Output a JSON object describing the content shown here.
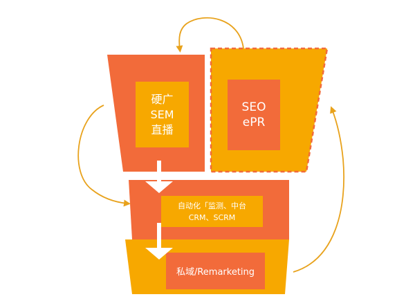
{
  "colors": {
    "red_orange": "#F26B3A",
    "amber": "#F7A800",
    "arrow_gold": "#E8A21C",
    "white": "#FFFFFF"
  },
  "paid": {
    "line1": "硬广",
    "line2": "SEM",
    "line3": "直播"
  },
  "organic": {
    "line1": "SEO",
    "line2": "ePR"
  },
  "automation": {
    "line1": "自动化「监测、中台",
    "line2": "CRM、SCRM"
  },
  "private_domain": {
    "label": "私域/Remarketing"
  }
}
